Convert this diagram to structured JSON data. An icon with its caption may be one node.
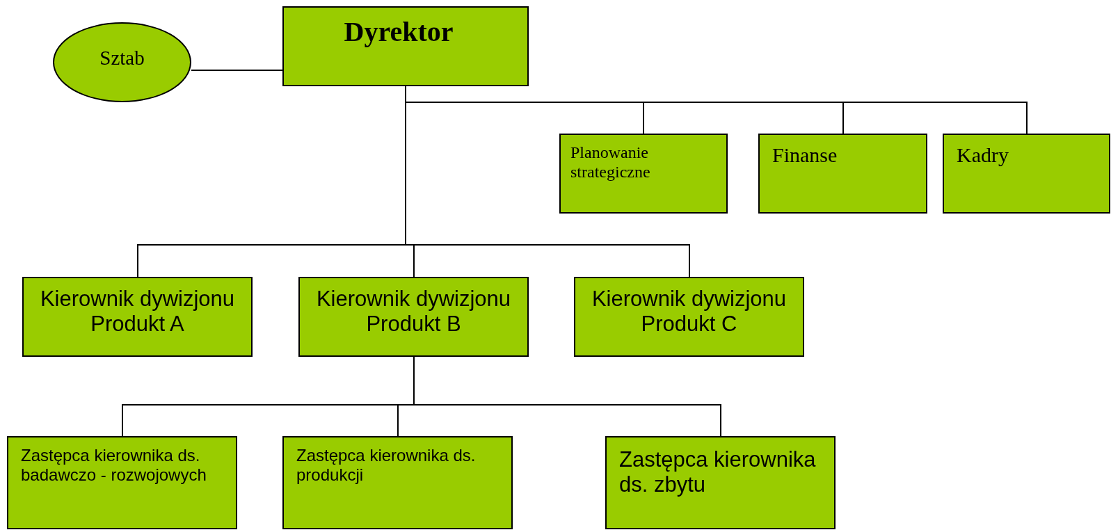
{
  "diagram": {
    "nodes": [
      {
        "text": [
          "Sztab"
        ]
      },
      {
        "text": [
          "Dyrektor"
        ]
      },
      {
        "text": [
          "Planowanie strategiczne"
        ]
      },
      {
        "text": [
          "Finanse"
        ]
      },
      {
        "text": [
          "Kadry"
        ]
      },
      {
        "text": [
          "Kierownik dywizjonu Produkt A"
        ]
      },
      {
        "text": [
          "Kierownik dywizjonu Produkt B"
        ]
      },
      {
        "text": [
          "Kierownik dywizjonu Produkt C"
        ]
      },
      {
        "text": [
          "Zastępca kierownika ds. badawczo - rozwojowych"
        ]
      },
      {
        "text": [
          "Zastępca kierownika ds. produkcji"
        ]
      },
      {
        "text": [
          "Zastępca kierownika ds. zbytu"
        ]
      }
    ],
    "edges": [
      {
        "from": 0,
        "to": 1,
        "arrow": "none"
      },
      {
        "from": 1,
        "to": 2,
        "arrow": "none"
      },
      {
        "from": 1,
        "to": 3,
        "arrow": "none"
      },
      {
        "from": 1,
        "to": 4,
        "arrow": "none"
      },
      {
        "from": 1,
        "to": 5,
        "arrow": "none"
      },
      {
        "from": 1,
        "to": 6,
        "arrow": "none"
      },
      {
        "from": 1,
        "to": 7,
        "arrow": "none"
      },
      {
        "from": 6,
        "to": 8,
        "arrow": "none"
      },
      {
        "from": 6,
        "to": 9,
        "arrow": "none"
      },
      {
        "from": 6,
        "to": 10,
        "arrow": "none"
      }
    ]
  }
}
